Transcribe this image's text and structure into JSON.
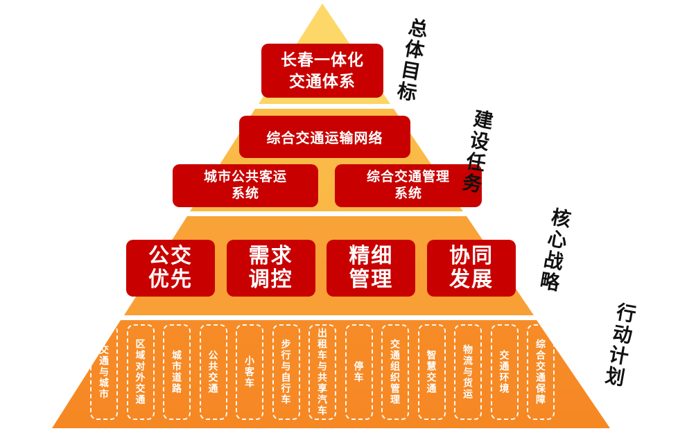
{
  "side_labels": {
    "overall_goal": "总体目标",
    "construction_tasks": "建设任务",
    "core_strategy": "核心战略",
    "action_plan": "行动计划"
  },
  "tier1": {
    "title_line1": "长春一体化",
    "title_line2": "交通体系"
  },
  "tier2": {
    "network": "综合交通运输网络",
    "left_box_line1": "城市公共客运",
    "left_box_line2": "系统",
    "right_box_line1": "综合交通管理",
    "right_box_line2": "系统"
  },
  "tier3": {
    "strategies": [
      {
        "line1": "公交",
        "line2": "优先"
      },
      {
        "line1": "需求",
        "line2": "调控"
      },
      {
        "line1": "精细",
        "line2": "管理"
      },
      {
        "line1": "协同",
        "line2": "发展"
      }
    ]
  },
  "tier4": {
    "actions": [
      "交通与城市",
      "区域对外交通",
      "城市道路",
      "公共交通",
      "小客车",
      "步行与自行车",
      "出租车与共享汽车",
      "停车",
      "交通组织管理",
      "智慧交通",
      "物流与货运",
      "交通环境",
      "综合交通保障"
    ]
  },
  "colors": {
    "box_red": "#C80000",
    "band1_top": "#FDD96A",
    "band2_top": "#FBC14C",
    "band3_top": "#F9AB3E",
    "band4_top": "#F89630",
    "label_text": "#111111",
    "box_text": "#FFFFFF"
  }
}
